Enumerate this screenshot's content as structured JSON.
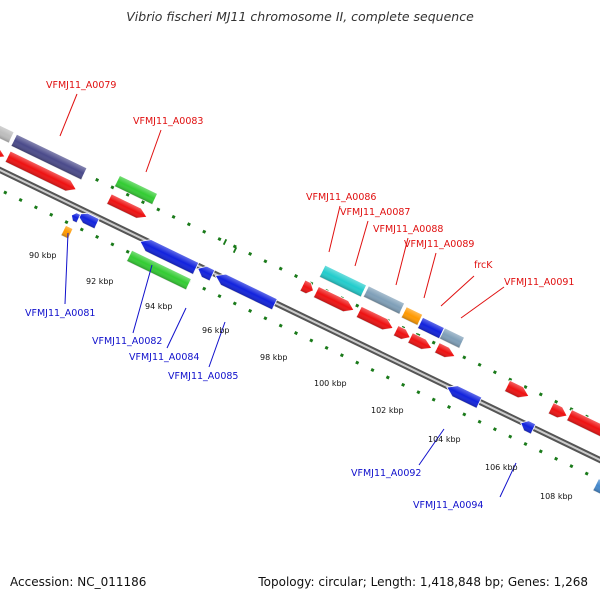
{
  "title": "Vibrio fischeri MJ11 chromosome II, complete sequence",
  "footer": {
    "accession": "Accession: NC_011186",
    "summary": "Topology: circular; Length: 1,418,848 bp; Genes: 1,268"
  },
  "colors": {
    "forward_label": "#e01010",
    "reverse_label": "#1010cc",
    "tick": "#1a7a1a",
    "backbone_dark": "#555555",
    "backbone_light": "#cccccc"
  },
  "scale_labels": [
    "90 kbp",
    "92 kbp",
    "94 kbp",
    "96 kbp",
    "98 kbp",
    "100 kbp",
    "102 kbp",
    "104 kbp",
    "106 kbp",
    "108 kbp"
  ],
  "forward_gene_labels": [
    "VFMJ11_A0079",
    "VFMJ11_A0083",
    "VFMJ11_A0086",
    "VFMJ11_A0087",
    "VFMJ11_A0088",
    "VFMJ11_A0089",
    "frcK",
    "VFMJ11_A0091"
  ],
  "reverse_gene_labels": [
    "VFMJ11_A0081",
    "VFMJ11_A0082",
    "VFMJ11_A0084",
    "VFMJ11_A0085",
    "VFMJ11_A0092",
    "VFMJ11_A0094"
  ]
}
